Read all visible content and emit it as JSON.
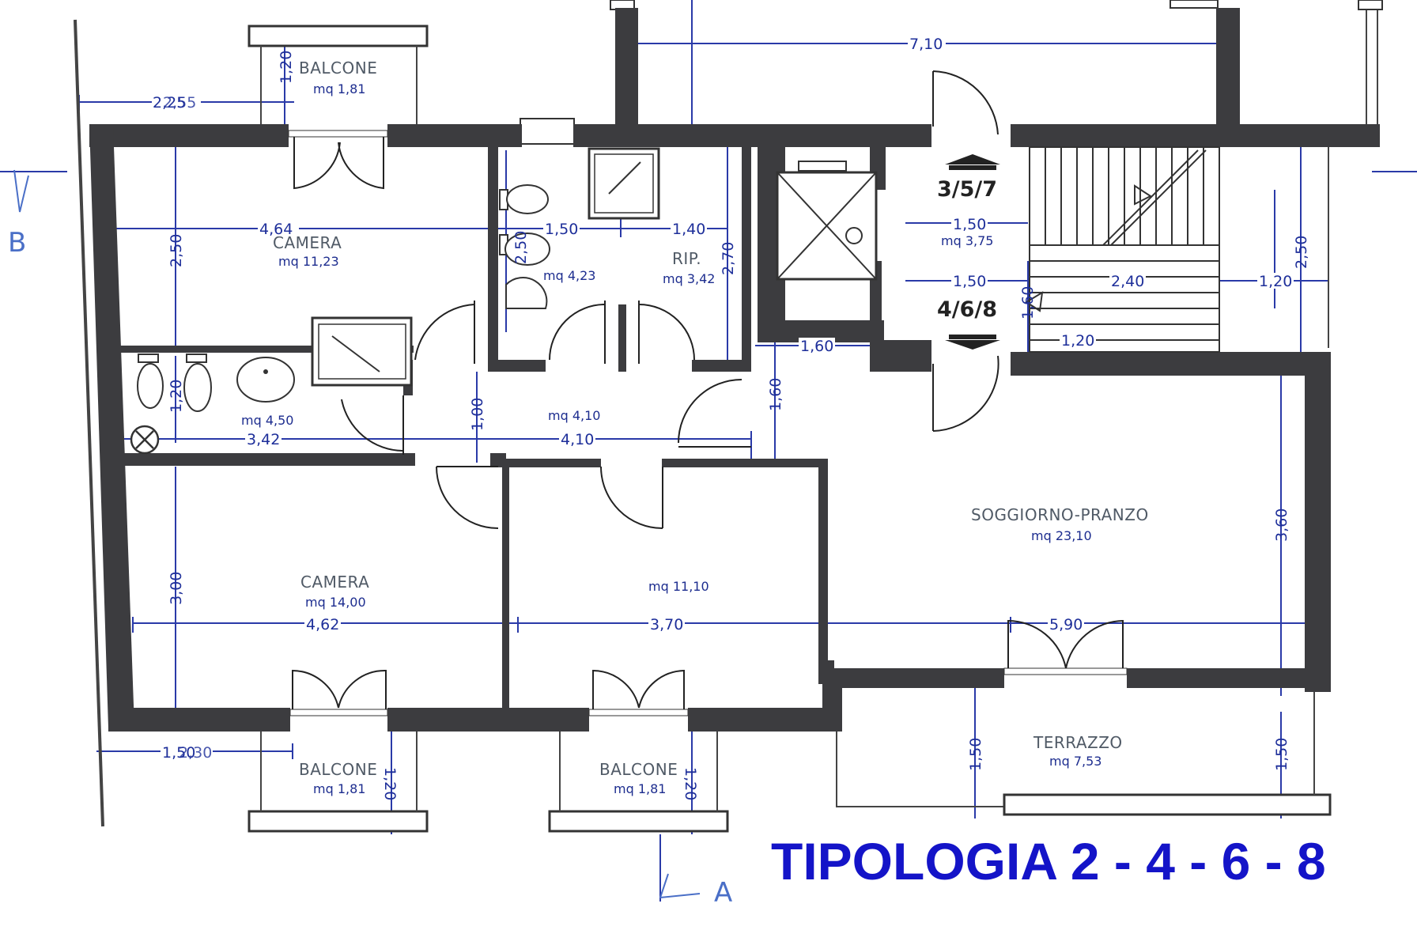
{
  "title": "TIPOLOGIA 2 - 4 - 6 - 8",
  "rooms": {
    "balcone_top": {
      "name": "BALCONE",
      "area": "mq 1,81"
    },
    "camera_top": {
      "name": "CAMERA",
      "area": "mq 11,23"
    },
    "bath_top": {
      "area": "mq 4,23"
    },
    "rip": {
      "name": "RIP.",
      "area": "mq 3,42"
    },
    "lift": {
      "area": "mq 3,75"
    },
    "bath_left": {
      "area": "mq 4,50"
    },
    "hall": {
      "area": "mq 4,10"
    },
    "soggiorno": {
      "name": "SOGGIORNO-PRANZO",
      "area": "mq 23,10"
    },
    "camera_bottom": {
      "name": "CAMERA",
      "area": "mq 14,00"
    },
    "room_middle": {
      "area": "mq 11,10"
    },
    "terrazzo": {
      "name": "TERRAZZO",
      "area": "mq 7,53"
    },
    "balcone_bl": {
      "name": "BALCONE",
      "area": "mq 1,81"
    },
    "balcone_bm": {
      "name": "BALCONE",
      "area": "mq 1,81"
    }
  },
  "stairs": {
    "up": "3/5/7",
    "down": "4/6/8"
  },
  "section_markers": {
    "b": "B",
    "a": "A"
  },
  "dimensions": {
    "d_710": "7,10",
    "d_120_top": "1,20",
    "d_225": "2,25",
    "d_255": "2,55",
    "d_464": "4,64",
    "d_250_left": "2,50",
    "d_150_bath": "1,50",
    "d_250_bath": "2,50",
    "d_140": "1,40",
    "d_270": "2,70",
    "d_150_lift": "1,50",
    "d_150_landing": "1,50",
    "d_240": "2,40",
    "d_120_stair": "1,20",
    "d_250_right": "2,50",
    "d_160_v_stair": "1,60",
    "d_120_landing": "1,20",
    "d_160_h": "1,60",
    "d_160_v": "1,60",
    "d_120_bath": "1,20",
    "d_100": "1,00",
    "d_342": "3,42",
    "d_410": "4,10",
    "d_360": "3,60",
    "d_300": "3,00",
    "d_462": "4,62",
    "d_370": "3,70",
    "d_590": "5,90",
    "d_150_a": "1,50",
    "d_230": "2,30",
    "d_120_bl": "1,20",
    "d_120_bm": "1,20",
    "d_150_terr_l": "1,50",
    "d_150_terr_r": "1,50"
  },
  "colors": {
    "wall": "#3c3c3f",
    "dimension": "#2a3aa8",
    "title": "#1414c8",
    "marker": "#4a6fc7"
  },
  "icons": [
    "shower-icon",
    "toilet-icon",
    "bidet-icon",
    "sink-icon",
    "elevator-icon",
    "vent-icon",
    "arrow-up-icon",
    "arrow-down-icon"
  ]
}
